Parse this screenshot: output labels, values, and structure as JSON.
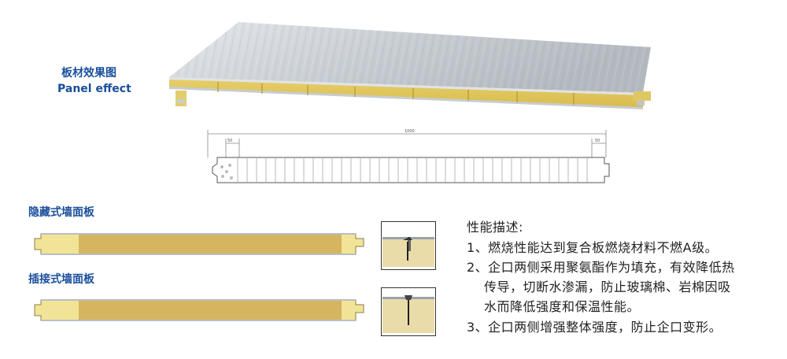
{
  "effect": {
    "title_cn": "板材效果图",
    "title_en": "Panel effect"
  },
  "drawing": {
    "total_width": "1000",
    "left_dim": "50",
    "right_dim": "50"
  },
  "panels": {
    "hidden": "隐藏式墙面板",
    "plug": "插接式墙面板"
  },
  "description": {
    "title": "性能描述:",
    "item1": "1、燃烧性能达到复合板燃烧材料不燃A级。",
    "item2_line1": "2、企口两侧采用聚氨酯作为填充，有效降低热",
    "item2_line2": "传导，切断水渗漏，防止玻璃棉、岩棉因吸",
    "item2_line3": "水而降低强度和保温性能。",
    "item3": "3、企口两侧增强整体强度，防止企口变形。"
  }
}
